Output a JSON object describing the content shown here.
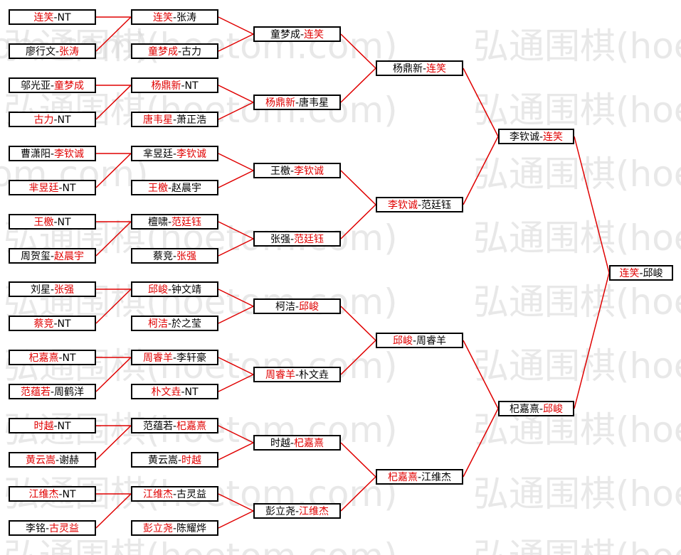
{
  "watermark": "弘通围棋(hoetom.com)",
  "colors": {
    "winner": "#e00000",
    "line": "#e00000",
    "border": "#000000",
    "text": "#000000"
  },
  "matches": [
    {
      "a": "连笑",
      "b": "NT",
      "winner": "a"
    },
    {
      "a": "廖行文",
      "b": "张涛",
      "winner": "b"
    },
    {
      "a": "邬光亚",
      "b": "童梦成",
      "winner": "b"
    },
    {
      "a": "古力",
      "b": "NT",
      "winner": "a"
    },
    {
      "a": "曹潇阳",
      "b": "李钦诚",
      "winner": "b"
    },
    {
      "a": "芈昱廷",
      "b": "NT",
      "winner": "a"
    },
    {
      "a": "王檄",
      "b": "NT",
      "winner": "a"
    },
    {
      "a": "周贺玺",
      "b": "赵晨宇",
      "winner": "b"
    },
    {
      "a": "刘星",
      "b": "张强",
      "winner": "b"
    },
    {
      "a": "蔡竞",
      "b": "NT",
      "winner": "a"
    },
    {
      "a": "杞嘉熹",
      "b": "NT",
      "winner": "a"
    },
    {
      "a": "范蕴若",
      "b": "周鹤洋",
      "winner": "a"
    },
    {
      "a": "时越",
      "b": "NT",
      "winner": "a"
    },
    {
      "a": "黄云嵩",
      "b": "谢赫",
      "winner": "a"
    },
    {
      "a": "江维杰",
      "b": "NT",
      "winner": "a"
    },
    {
      "a": "李铭",
      "b": "古灵益",
      "winner": "b"
    },
    {
      "a": "连笑",
      "b": "张涛",
      "winner": "a"
    },
    {
      "a": "童梦成",
      "b": "古力",
      "winner": "a"
    },
    {
      "a": "杨鼎新",
      "b": "NT",
      "winner": "a"
    },
    {
      "a": "唐韦星",
      "b": "萧正浩",
      "winner": "a"
    },
    {
      "a": "芈昱廷",
      "b": "李钦诚",
      "winner": "b"
    },
    {
      "a": "王檄",
      "b": "赵晨宇",
      "winner": "a"
    },
    {
      "a": "檀啸",
      "b": "范廷钰",
      "winner": "b"
    },
    {
      "a": "蔡竞",
      "b": "张强",
      "winner": "b"
    },
    {
      "a": "邱峻",
      "b": "钟文靖",
      "winner": "a"
    },
    {
      "a": "柯洁",
      "b": "於之莹",
      "winner": "a"
    },
    {
      "a": "周睿羊",
      "b": "李轩豪",
      "winner": "a"
    },
    {
      "a": "朴文垚",
      "b": "NT",
      "winner": "a"
    },
    {
      "a": "范蕴若",
      "b": "杞嘉熹",
      "winner": "b"
    },
    {
      "a": "黄云嵩",
      "b": "时越",
      "winner": "b"
    },
    {
      "a": "江维杰",
      "b": "古灵益",
      "winner": "a"
    },
    {
      "a": "彭立尧",
      "b": "陈耀烨",
      "winner": "a"
    },
    {
      "a": "童梦成",
      "b": "连笑",
      "winner": "b"
    },
    {
      "a": "杨鼎新",
      "b": "唐韦星",
      "winner": "a"
    },
    {
      "a": "王檄",
      "b": "李钦诚",
      "winner": "b"
    },
    {
      "a": "张强",
      "b": "范廷钰",
      "winner": "b"
    },
    {
      "a": "柯洁",
      "b": "邱峻",
      "winner": "b"
    },
    {
      "a": "周睿羊",
      "b": "朴文垚",
      "winner": "a"
    },
    {
      "a": "时越",
      "b": "杞嘉熹",
      "winner": "b"
    },
    {
      "a": "彭立尧",
      "b": "江维杰",
      "winner": "b"
    },
    {
      "a": "杨鼎新",
      "b": "连笑",
      "winner": "b"
    },
    {
      "a": "李钦诚",
      "b": "范廷钰",
      "winner": "a"
    },
    {
      "a": "邱峻",
      "b": "周睿羊",
      "winner": "a"
    },
    {
      "a": "杞嘉熹",
      "b": "江维杰",
      "winner": "a"
    },
    {
      "a": "李钦诚",
      "b": "连笑",
      "winner": "b"
    },
    {
      "a": "杞嘉熹",
      "b": "邱峻",
      "winner": "b"
    },
    {
      "a": "连笑",
      "b": "邱峻",
      "winner": "a"
    }
  ]
}
